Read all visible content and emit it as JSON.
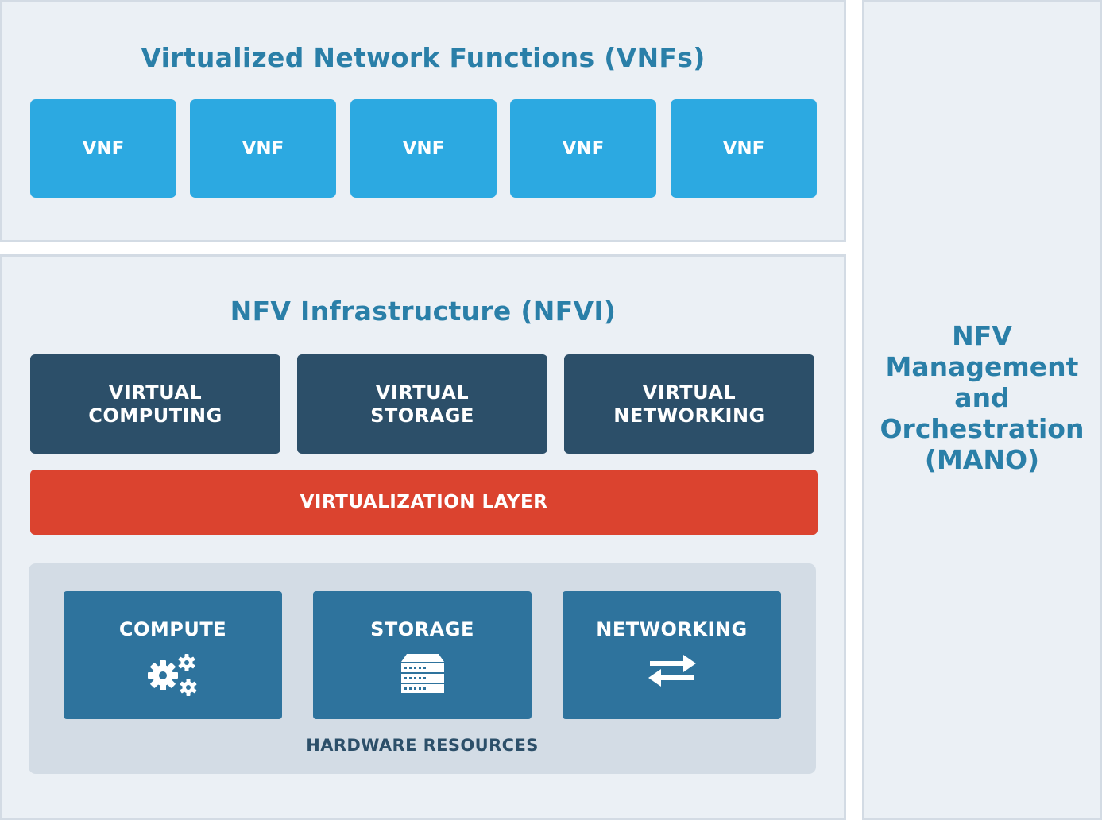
{
  "vnf_section": {
    "title": "Virtualized Network Functions (VNFs)",
    "vnfs": [
      "VNF",
      "VNF",
      "VNF",
      "VNF",
      "VNF"
    ]
  },
  "nfvi_section": {
    "title": "NFV Infrastructure (NFVI)",
    "virtual_resources": [
      {
        "line1": "VIRTUAL",
        "line2": "COMPUTING"
      },
      {
        "line1": "VIRTUAL",
        "line2": "STORAGE"
      },
      {
        "line1": "VIRTUAL",
        "line2": "NETWORKING"
      }
    ],
    "virtualization_layer": "VIRTUALIZATION LAYER",
    "hardware": {
      "title": "HARDWARE RESOURCES",
      "items": [
        {
          "label": "COMPUTE",
          "icon": "gears-icon"
        },
        {
          "label": "STORAGE",
          "icon": "server-stack-icon"
        },
        {
          "label": "NETWORKING",
          "icon": "transfer-arrows-icon"
        }
      ]
    }
  },
  "mano_section": {
    "title_lines": [
      "NFV",
      "Management",
      "and",
      "Orchestration",
      "(MANO)"
    ]
  },
  "colors": {
    "panel_bg": "#ebf0f5",
    "title_blue": "#2a7fa8",
    "vnf_blue": "#2ca9e1",
    "virtual_dark": "#2c4f69",
    "virtualization_red": "#db432f",
    "hardware_blue": "#2e739d"
  }
}
